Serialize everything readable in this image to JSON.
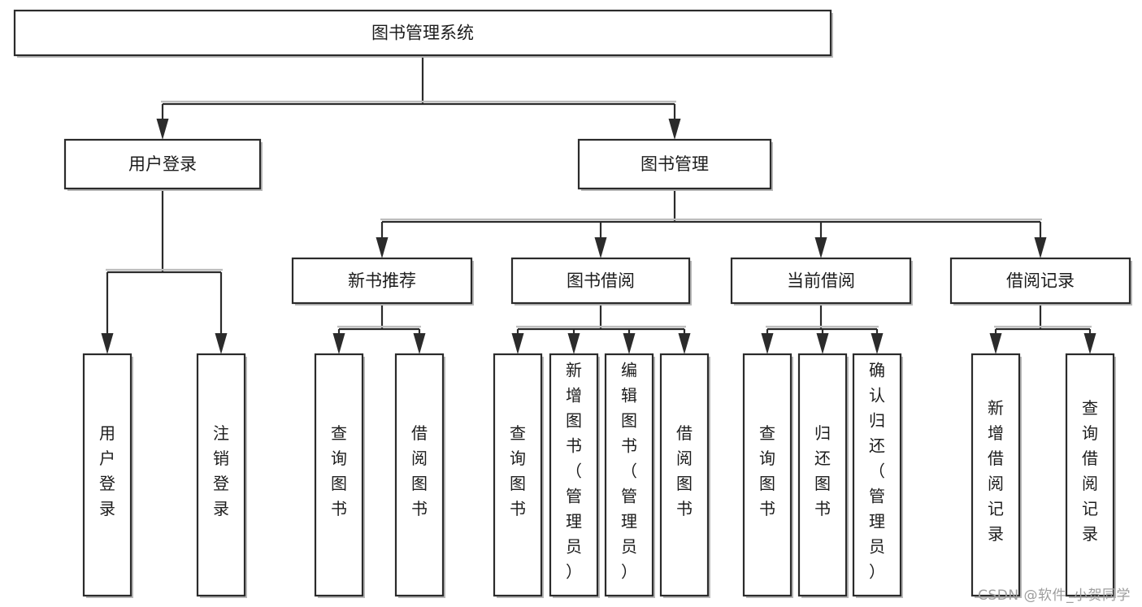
{
  "diagram": {
    "title": "图书管理系统",
    "type": "tree",
    "orientation": "top-down",
    "watermark": "CSDN @软件_小贺同学",
    "colors": {
      "stroke": "#2b2b2b",
      "box_fill": "#ffffff",
      "text": "#1c1c1c",
      "shadow": "#b8b8b8",
      "background": "#ffffff",
      "watermark": "#9d9d9d"
    },
    "nodes": {
      "root": {
        "id": "root",
        "label": "图书管理系统",
        "level": 0,
        "orient": "horizontal"
      },
      "level1": [
        {
          "id": "user-login",
          "label": "用户登录",
          "level": 1,
          "orient": "horizontal"
        },
        {
          "id": "book-manage",
          "label": "图书管理",
          "level": 1,
          "orient": "horizontal"
        }
      ],
      "level2": [
        {
          "id": "new-book-recommend",
          "label": "新书推荐",
          "level": 2,
          "orient": "horizontal",
          "parent": "book-manage"
        },
        {
          "id": "book-borrow",
          "label": "图书借阅",
          "level": 2,
          "orient": "horizontal",
          "parent": "book-manage"
        },
        {
          "id": "current-borrow",
          "label": "当前借阅",
          "level": 2,
          "orient": "horizontal",
          "parent": "book-manage"
        },
        {
          "id": "borrow-record",
          "label": "借阅记录",
          "level": 2,
          "orient": "horizontal",
          "parent": "book-manage"
        }
      ],
      "leaves": [
        {
          "id": "leaf-user-login",
          "label": "用户登录",
          "parent": "user-login",
          "orient": "vertical"
        },
        {
          "id": "leaf-logout-login",
          "label": "注销登录",
          "parent": "user-login",
          "orient": "vertical"
        },
        {
          "id": "leaf-query-book-1",
          "label": "查询图书",
          "parent": "new-book-recommend",
          "orient": "vertical"
        },
        {
          "id": "leaf-borrow-book-1",
          "label": "借阅图书",
          "parent": "new-book-recommend",
          "orient": "vertical"
        },
        {
          "id": "leaf-query-book-2",
          "label": "查询图书",
          "parent": "book-borrow",
          "orient": "vertical"
        },
        {
          "id": "leaf-add-book",
          "label": "新增图书（管理员）",
          "parent": "book-borrow",
          "orient": "vertical"
        },
        {
          "id": "leaf-edit-book",
          "label": "编辑图书（管理员）",
          "parent": "book-borrow",
          "orient": "vertical"
        },
        {
          "id": "leaf-borrow-book-2",
          "label": "借阅图书",
          "parent": "book-borrow",
          "orient": "vertical"
        },
        {
          "id": "leaf-query-book-3",
          "label": "查询图书",
          "parent": "current-borrow",
          "orient": "vertical"
        },
        {
          "id": "leaf-return-book",
          "label": "归还图书",
          "parent": "current-borrow",
          "orient": "vertical"
        },
        {
          "id": "leaf-confirm-return",
          "label": "确认归还（管理员）",
          "parent": "current-borrow",
          "orient": "vertical"
        },
        {
          "id": "leaf-add-record",
          "label": "新增借阅记录",
          "parent": "borrow-record",
          "orient": "vertical"
        },
        {
          "id": "leaf-query-record",
          "label": "查询借阅记录",
          "parent": "borrow-record",
          "orient": "vertical"
        }
      ]
    },
    "edges": [
      {
        "from": "root",
        "to": "user-login"
      },
      {
        "from": "root",
        "to": "book-manage"
      },
      {
        "from": "book-manage",
        "to": "new-book-recommend"
      },
      {
        "from": "book-manage",
        "to": "book-borrow"
      },
      {
        "from": "book-manage",
        "to": "current-borrow"
      },
      {
        "from": "book-manage",
        "to": "borrow-record"
      },
      {
        "from": "user-login",
        "to": "leaf-user-login"
      },
      {
        "from": "user-login",
        "to": "leaf-logout-login"
      },
      {
        "from": "new-book-recommend",
        "to": "leaf-query-book-1"
      },
      {
        "from": "new-book-recommend",
        "to": "leaf-borrow-book-1"
      },
      {
        "from": "book-borrow",
        "to": "leaf-query-book-2"
      },
      {
        "from": "book-borrow",
        "to": "leaf-add-book"
      },
      {
        "from": "book-borrow",
        "to": "leaf-edit-book"
      },
      {
        "from": "book-borrow",
        "to": "leaf-borrow-book-2"
      },
      {
        "from": "current-borrow",
        "to": "leaf-query-book-3"
      },
      {
        "from": "current-borrow",
        "to": "leaf-return-book"
      },
      {
        "from": "current-borrow",
        "to": "leaf-confirm-return"
      },
      {
        "from": "borrow-record",
        "to": "leaf-add-record"
      },
      {
        "from": "borrow-record",
        "to": "leaf-query-record"
      }
    ]
  }
}
